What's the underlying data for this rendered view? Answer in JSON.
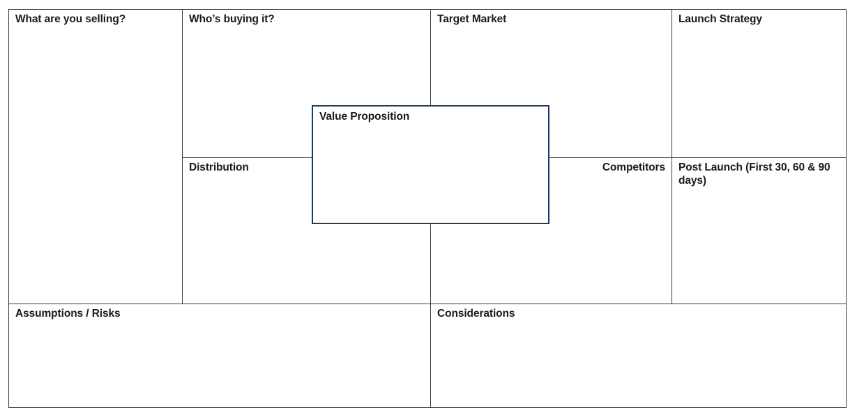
{
  "canvas": {
    "cells": {
      "selling": "What are you selling?",
      "buyer": "Who’s buying it?",
      "target_market": "Target Market",
      "launch_strategy": "Launch Strategy",
      "distribution": "Distribution",
      "competitors": "Competitors",
      "post_launch": "Post Launch (First 30, 60 & 90 days)",
      "assumptions": "Assumptions / Risks",
      "considerations": "Considerations",
      "value_proposition": "Value Proposition"
    },
    "colors": {
      "grid_line": "#3a3a3a",
      "value_box_border": "#1f3a5f"
    }
  }
}
